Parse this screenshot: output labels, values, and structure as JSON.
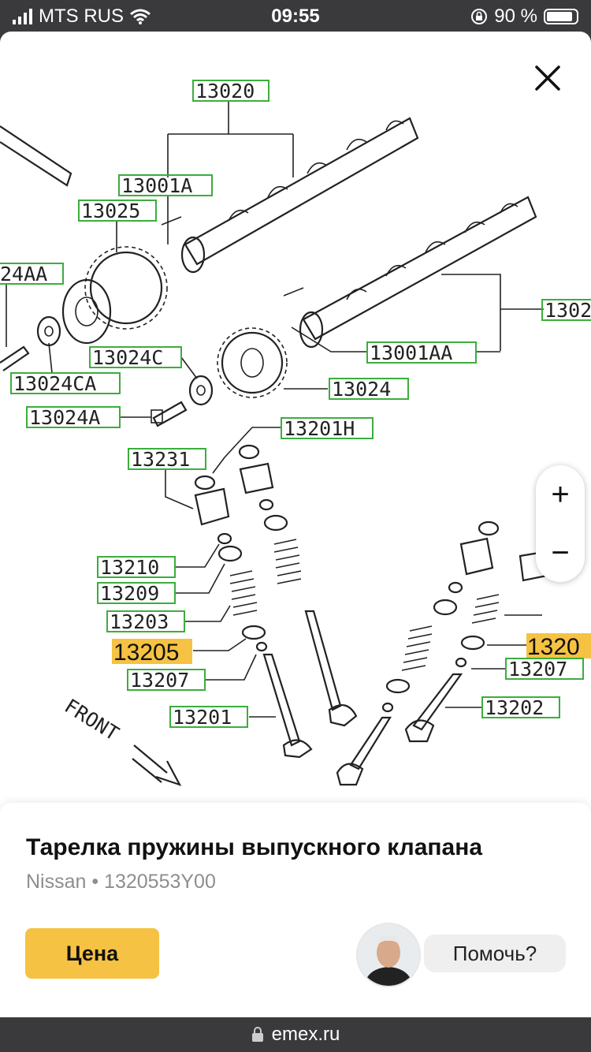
{
  "status_bar": {
    "carrier": "MTS RUS",
    "time": "09:55",
    "battery_percent": "90 %",
    "battery_level": 0.9
  },
  "diagram": {
    "labels": {
      "l13020": "13020",
      "l13001A": "13001A",
      "l13025": "13025",
      "l24AA": "24AA",
      "l1302": "1302",
      "l13001AA": "13001AA",
      "l13024C": "13024C",
      "l13024CA": "13024CA",
      "l13024": "13024",
      "l13024A": "13024A",
      "l13201H": "13201H",
      "l13231": "13231",
      "l13210": "13210",
      "l13209": "13209",
      "l13203": "13203",
      "l13205": "13205",
      "l13207": "13207",
      "l13201": "13201",
      "l1320": "1320",
      "l13207b": "13207",
      "l13202": "13202",
      "front": "FRONT"
    }
  },
  "controls": {
    "zoom_in": "+",
    "zoom_out": "−"
  },
  "product": {
    "title": "Тарелка пружины выпускного клапана",
    "subtitle": "Nissan • 1320553Y00",
    "price_button": "Цена",
    "help_button": "Помочь?"
  },
  "browser": {
    "url": "emex.ru"
  },
  "colors": {
    "accent": "#f5c243",
    "label_box": "#3cae3c",
    "dark_bar": "#3a3a3c"
  }
}
